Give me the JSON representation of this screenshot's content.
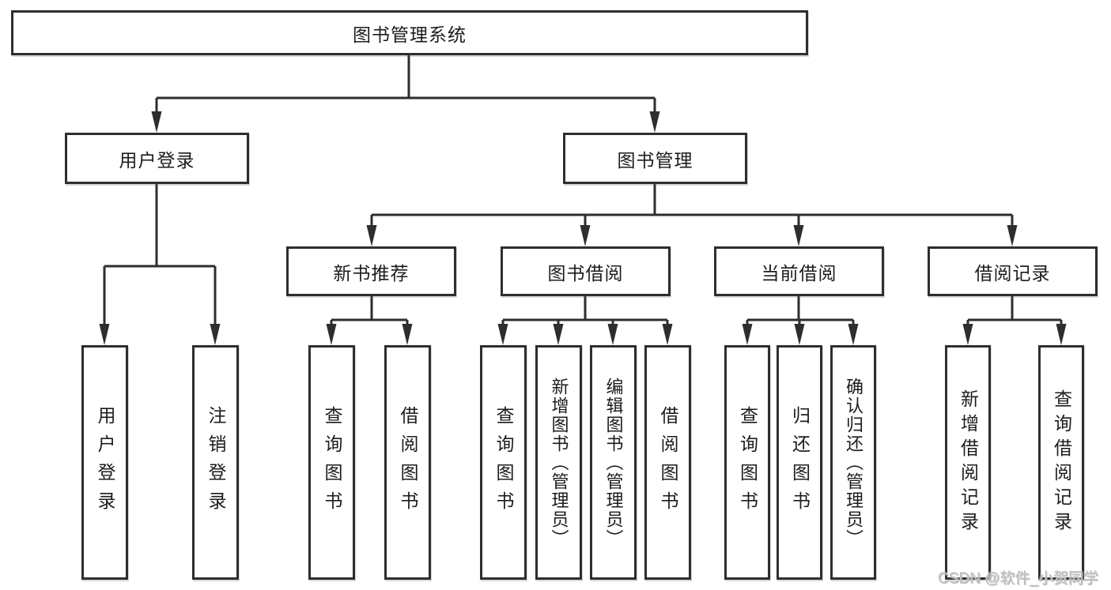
{
  "diagram": {
    "title_note": "library management system functional structure diagram",
    "root": {
      "label": "图书管理系统"
    },
    "level2": {
      "user_login": {
        "label": "用户登录"
      },
      "book_mgmt": {
        "label": "图书管理"
      }
    },
    "level3": {
      "new_books": {
        "label": "新书推荐"
      },
      "book_borrow": {
        "label": "图书借阅"
      },
      "current_borrow": {
        "label": "当前借阅"
      },
      "borrow_records": {
        "label": "借阅记录"
      }
    },
    "leaves": {
      "user_login": {
        "label": "用户登录"
      },
      "logout": {
        "label": "注销登录"
      },
      "nb_query_books": {
        "label": "查询图书"
      },
      "nb_borrow_books": {
        "label": "借阅图书"
      },
      "bb_query_books": {
        "label": "查询图书"
      },
      "bb_add_books": {
        "label": "新增图书（管理员）"
      },
      "bb_edit_books": {
        "label": "编辑图书（管理员）"
      },
      "bb_borrow_books": {
        "label": "借阅图书"
      },
      "cb_query_books": {
        "label": "查询图书"
      },
      "cb_return_books": {
        "label": "归还图书"
      },
      "cb_confirm_return": {
        "label": "确认归还（管理员）"
      },
      "br_add_record": {
        "label": "新增借阅记录"
      },
      "br_query_record": {
        "label": "查询借阅记录"
      }
    }
  },
  "watermark": "CSDN @软件_小贺同学",
  "colors": {
    "line": "#2e2e2e",
    "box_border": "#2e2e2e",
    "text": "#1c1c1c",
    "watermark": "#bdbdbd",
    "background": "#ffffff"
  }
}
